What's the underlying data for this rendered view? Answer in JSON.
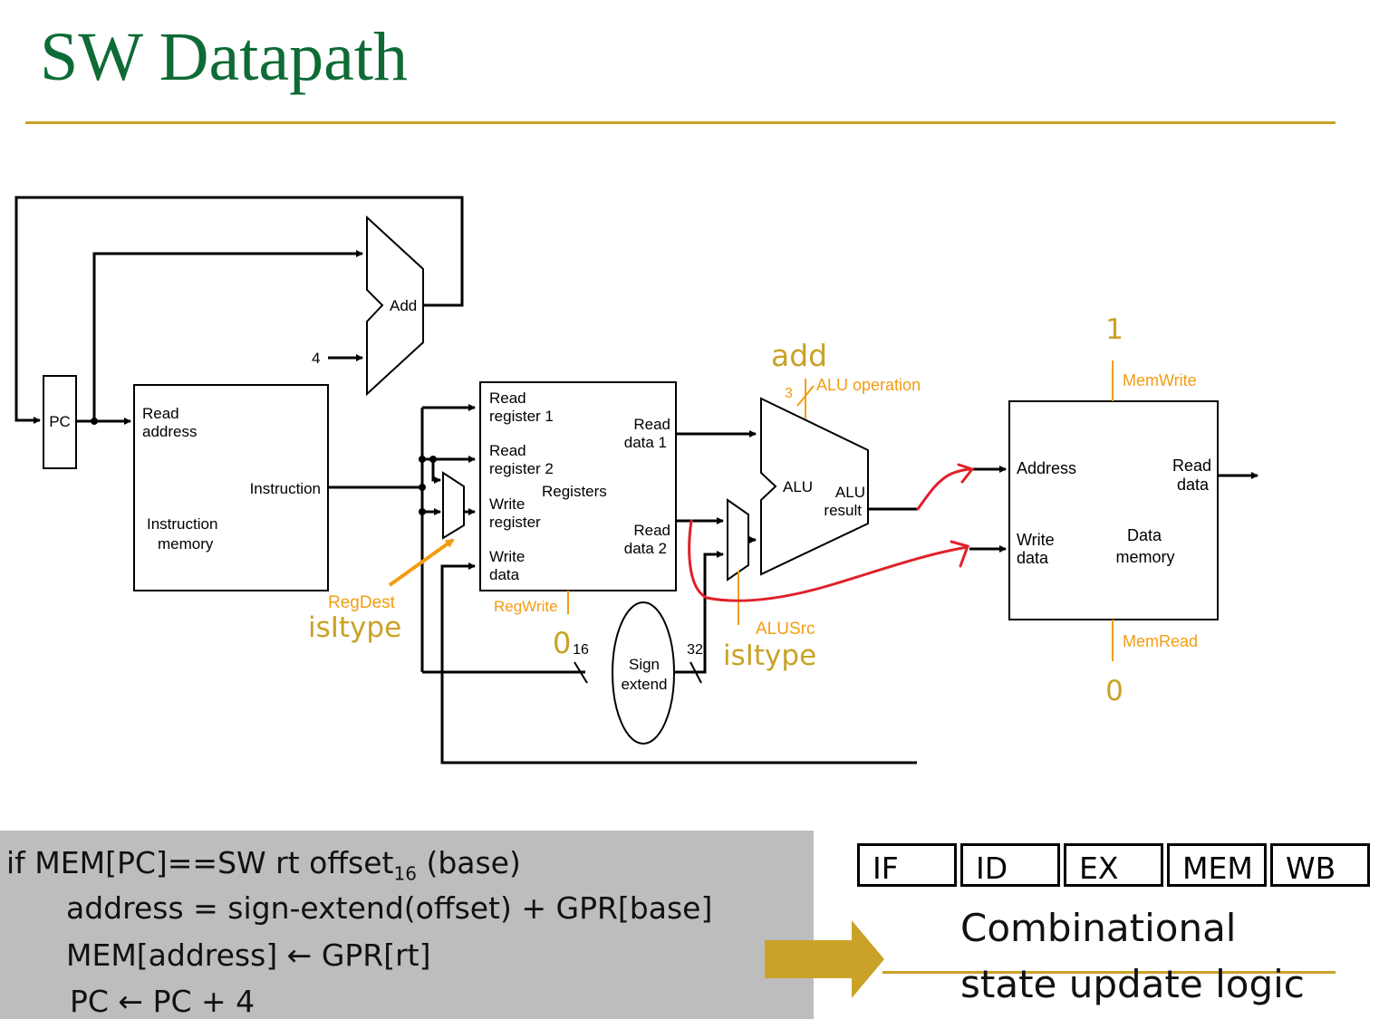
{
  "slide": {
    "title": "SW Datapath"
  },
  "diagram": {
    "pc_label": "PC",
    "adder": {
      "label": "Add",
      "const_input": "4"
    },
    "instruction_memory": {
      "read_address": [
        "Read",
        "address"
      ],
      "instruction": "Instruction",
      "name": [
        "Instruction",
        "memory"
      ]
    },
    "registers": {
      "read_register_1": [
        "Read",
        "register 1"
      ],
      "read_register_2": [
        "Read",
        "register 2"
      ],
      "write_register": [
        "Write",
        "register"
      ],
      "write_data": [
        "Write",
        "data"
      ],
      "read_data_1": [
        "Read",
        "data 1"
      ],
      "read_data_2": [
        "Read",
        "data 2"
      ],
      "name": "Registers"
    },
    "alu": {
      "label": "ALU",
      "result": [
        "ALU",
        "result"
      ],
      "operation_bits": "3",
      "operation_label": "ALU operation",
      "operation_value": "add"
    },
    "sign_extend": {
      "name": [
        "Sign",
        "extend"
      ],
      "in_bits": "16",
      "in_value": "0",
      "out_bits": "32"
    },
    "data_memory": {
      "address": "Address",
      "write_data": [
        "Write",
        "data"
      ],
      "read_data": [
        "Read",
        "data"
      ],
      "name": [
        "Data",
        "memory"
      ],
      "memwrite_label": "MemWrite",
      "memwrite_value": "1",
      "memread_label": "MemRead",
      "memread_value": "0"
    },
    "control": {
      "regdest_label": "RegDest",
      "regdest_value": "isItype",
      "regwrite_label": "RegWrite",
      "alusrc_label": "ALUSrc",
      "alusrc_value": "isItype"
    },
    "colors": {
      "control_orange": "#f39c12",
      "value_gold": "#c9a227",
      "highlight_red": "#e0202a",
      "title_green": "#0e6b35"
    }
  },
  "code": {
    "line1_pre": "if MEM[PC]==SW rt offset",
    "line1_sub": "16",
    "line1_post": " (base)",
    "line2": "address = sign-extend(offset) + GPR[base]",
    "line3": "MEM[address] ← GPR[rt]",
    "line4": "PC ← PC + 4"
  },
  "pipeline": {
    "stages": [
      "IF",
      "ID",
      "EX",
      "MEM",
      "WB"
    ],
    "caption_line1": "Combinational",
    "caption_line2": "state update logic"
  }
}
